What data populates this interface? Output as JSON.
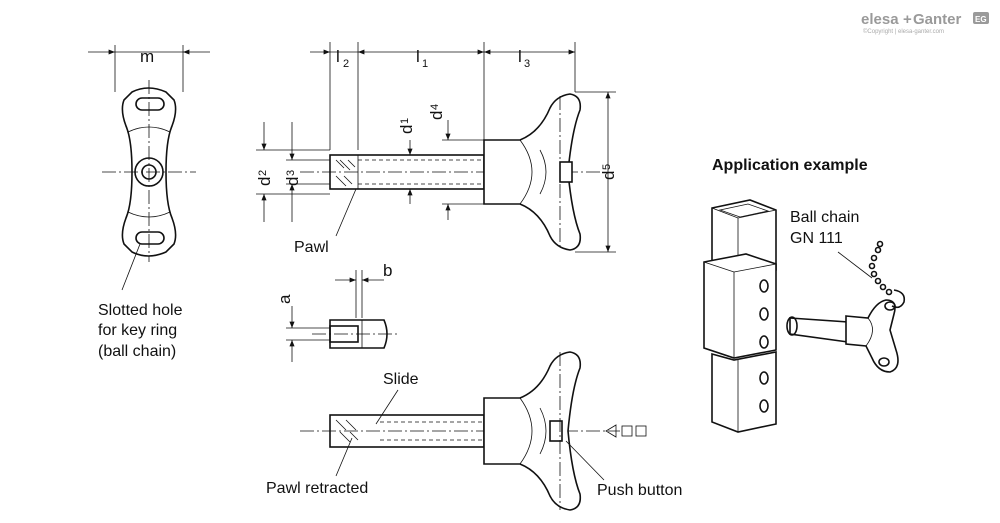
{
  "brand": {
    "logo_left": "elesa",
    "logo_plus": "+",
    "logo_right": "Ganter",
    "logo_badge": "EG",
    "copyright": "©Copyright | elesa-ganter.com"
  },
  "dimensions": {
    "m": "m",
    "l": "l",
    "sub_1": "1",
    "sub_2": "2",
    "sub_3": "3",
    "sub_4": "4",
    "sub_5": "5",
    "d": "d",
    "a": "a",
    "b": "b"
  },
  "labels": {
    "pawl": "Pawl",
    "slotted_line1": "Slotted hole",
    "slotted_line2": "for key ring",
    "slotted_line3": "(ball chain)",
    "slide": "Slide",
    "pawl_retracted": "Pawl retracted",
    "push_button": "Push button",
    "application_example": "Application example",
    "ball_chain_line1": "Ball chain",
    "ball_chain_line2": "GN 111"
  }
}
